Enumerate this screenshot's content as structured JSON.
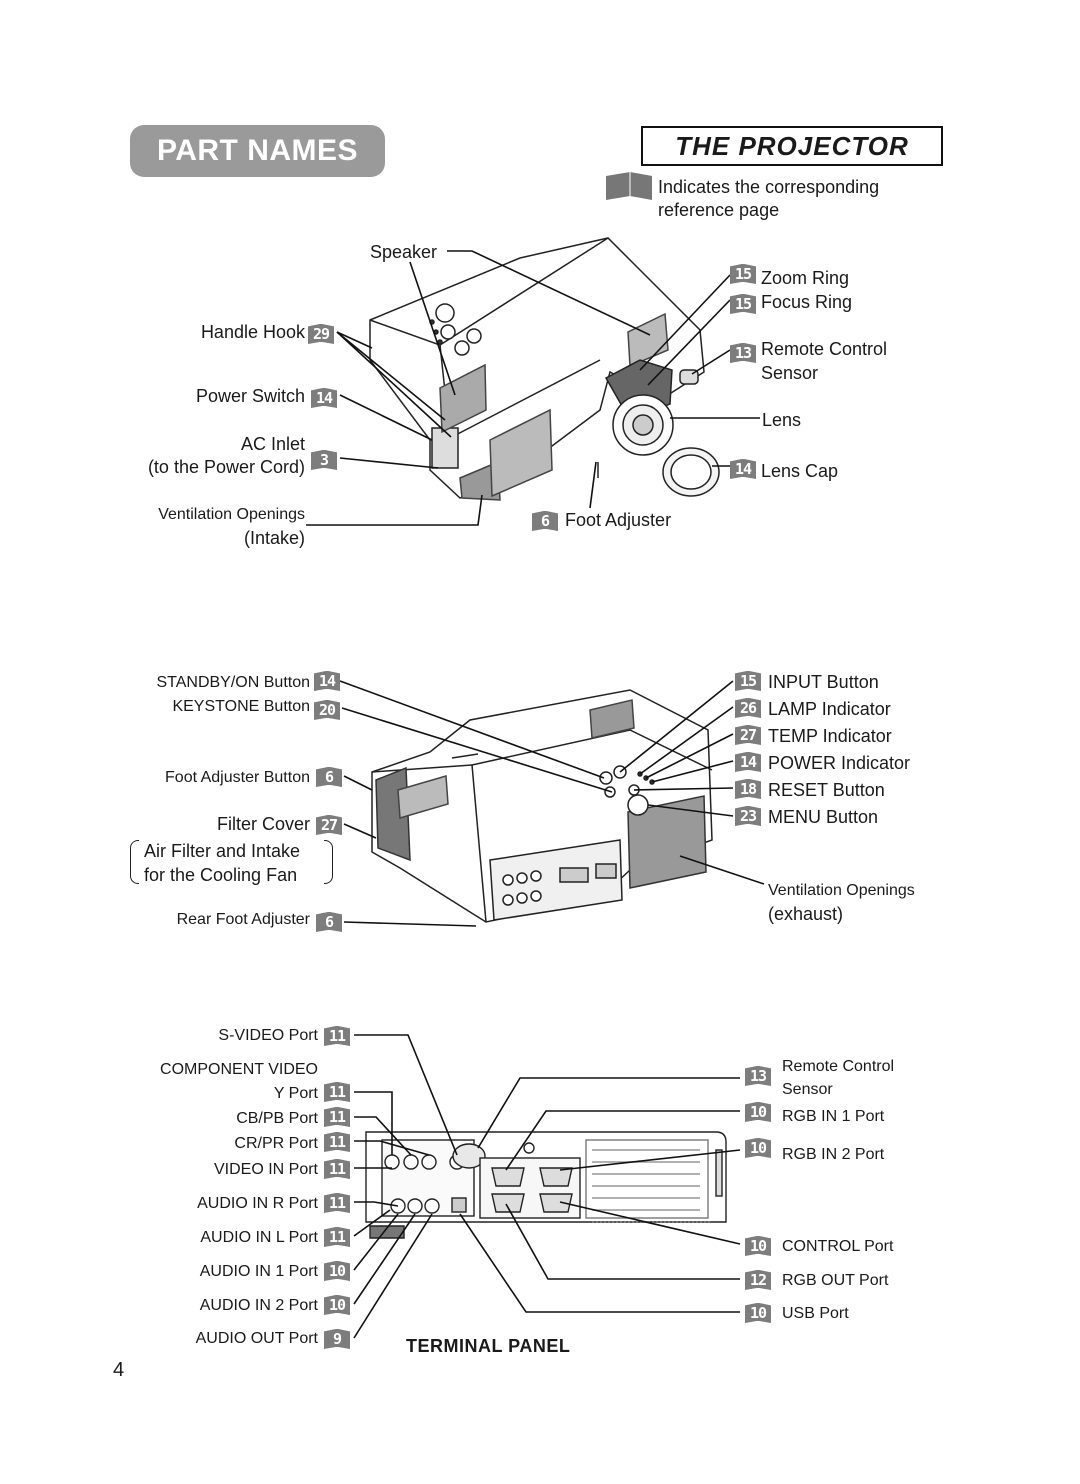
{
  "header": {
    "part_names": "PART NAMES",
    "the_projector": "THE PROJECTOR"
  },
  "legend": {
    "line1": "Indicates the corresponding",
    "line2": "reference page"
  },
  "front_view": {
    "speaker": "Speaker",
    "handle_hook": "Handle Hook",
    "handle_hook_ref": "29",
    "power_switch": "Power Switch",
    "power_switch_ref": "14",
    "ac_inlet": "AC Inlet",
    "ac_inlet_sub": "(to the Power Cord)",
    "ac_inlet_ref": "3",
    "vent_intake": "Ventilation Openings",
    "vent_intake_sub": "(Intake)",
    "zoom_ring": "Zoom Ring",
    "zoom_ring_ref": "15",
    "focus_ring": "Focus Ring",
    "focus_ring_ref": "15",
    "remote_sensor": "Remote Control",
    "remote_sensor_sub": "Sensor",
    "remote_sensor_ref": "13",
    "lens": "Lens",
    "lens_cap": "Lens Cap",
    "lens_cap_ref": "14",
    "foot_adjuster": "Foot Adjuster",
    "foot_adjuster_ref": "6"
  },
  "rear_view": {
    "standby": "STANDBY/ON Button",
    "standby_ref": "14",
    "keystone": "KEYSTONE Button",
    "keystone_ref": "20",
    "foot_adj_btn": "Foot Adjuster Button",
    "foot_adj_btn_ref": "6",
    "filter_cover": "Filter Cover",
    "filter_cover_ref": "27",
    "air_filter1": "Air Filter and Intake",
    "air_filter2": "for the Cooling Fan",
    "rear_foot": "Rear Foot Adjuster",
    "rear_foot_ref": "6",
    "input_btn": "INPUT Button",
    "input_btn_ref": "15",
    "lamp_ind": "LAMP Indicator",
    "lamp_ind_ref": "26",
    "temp_ind": "TEMP Indicator",
    "temp_ind_ref": "27",
    "power_ind": "POWER Indicator",
    "power_ind_ref": "14",
    "reset_btn": "RESET Button",
    "reset_btn_ref": "18",
    "menu_btn": "MENU Button",
    "menu_btn_ref": "23",
    "vent_exhaust": "Ventilation Openings",
    "vent_exhaust_sub": "(exhaust)"
  },
  "terminal": {
    "title": "TERMINAL PANEL",
    "svideo": "S-VIDEO Port",
    "svideo_ref": "11",
    "component": "COMPONENT VIDEO",
    "y_port": "Y Port",
    "y_ref": "11",
    "cb_port": "CB/PB Port",
    "cb_ref": "11",
    "cr_port": "CR/PR Port",
    "cr_ref": "11",
    "video_in": "VIDEO IN Port",
    "video_in_ref": "11",
    "audio_r": "AUDIO IN R Port",
    "audio_r_ref": "11",
    "audio_l": "AUDIO IN L Port",
    "audio_l_ref": "11",
    "audio_1": "AUDIO IN 1 Port",
    "audio_1_ref": "10",
    "audio_2": "AUDIO IN 2 Port",
    "audio_2_ref": "10",
    "audio_out": "AUDIO OUT Port",
    "audio_out_ref": "9",
    "remote": "Remote Control",
    "remote_sub": "Sensor",
    "remote_ref": "13",
    "rgb_in1": "RGB IN 1 Port",
    "rgb_in1_ref": "10",
    "rgb_in2": "RGB IN 2 Port",
    "rgb_in2_ref": "10",
    "control": "CONTROL Port",
    "control_ref": "10",
    "rgb_out": "RGB OUT Port",
    "rgb_out_ref": "12",
    "usb": "USB Port",
    "usb_ref": "10"
  },
  "page_number": "4"
}
